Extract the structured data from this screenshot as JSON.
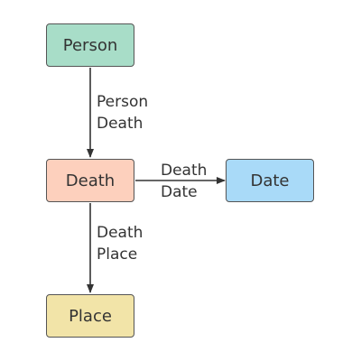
{
  "nodes": {
    "person": {
      "label": "Person",
      "color": "#a8ddc8"
    },
    "death": {
      "label": "Death",
      "color": "#fdd0bd"
    },
    "date": {
      "label": "Date",
      "color": "#a9daf8"
    },
    "place": {
      "label": "Place",
      "color": "#f2e4a8"
    }
  },
  "edges": {
    "person_death": {
      "line1": "Person",
      "line2": "Death"
    },
    "death_date": {
      "line1": "Death",
      "line2": "Date"
    },
    "death_place": {
      "line1": "Death",
      "line2": "Place"
    }
  },
  "colors": {
    "border": "#555555",
    "edge": "#333333"
  }
}
